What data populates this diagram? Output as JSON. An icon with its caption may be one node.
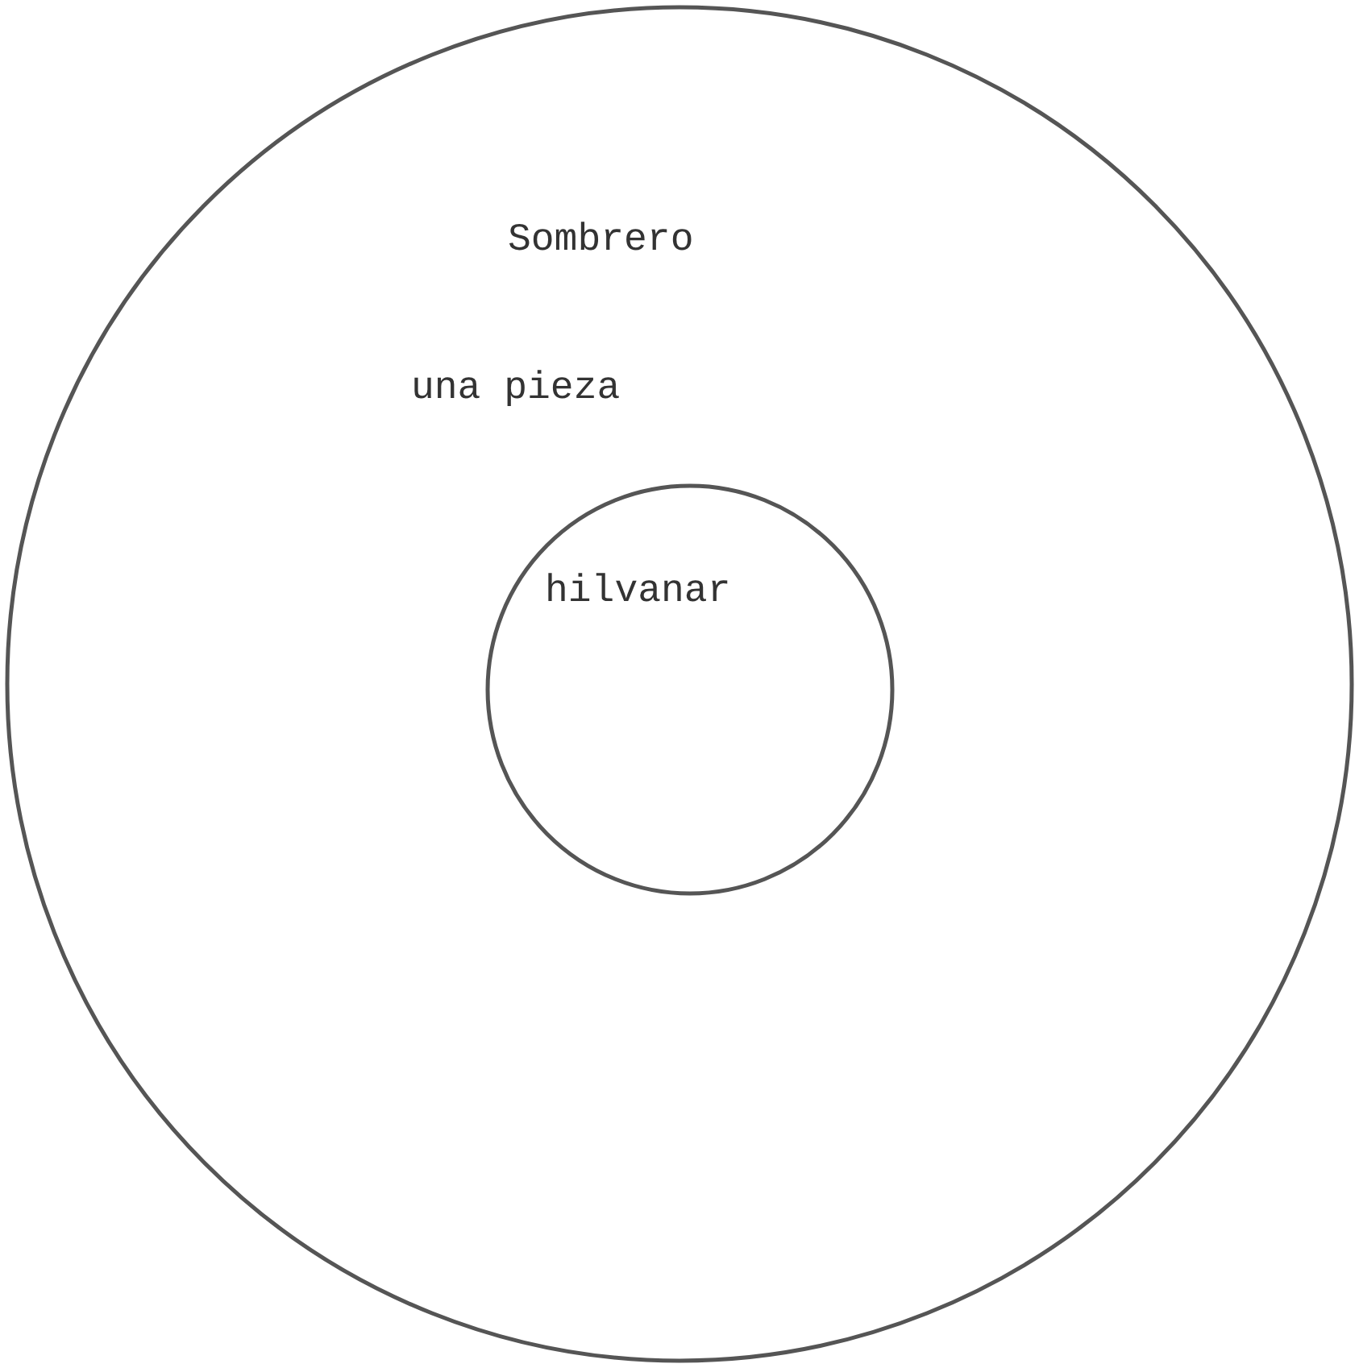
{
  "diagram": {
    "nodes": [
      {
        "text": [
          "Sombrero",
          "una pieza"
        ]
      },
      {
        "text": [
          "hilvanar"
        ],
        "in": 0
      }
    ]
  }
}
